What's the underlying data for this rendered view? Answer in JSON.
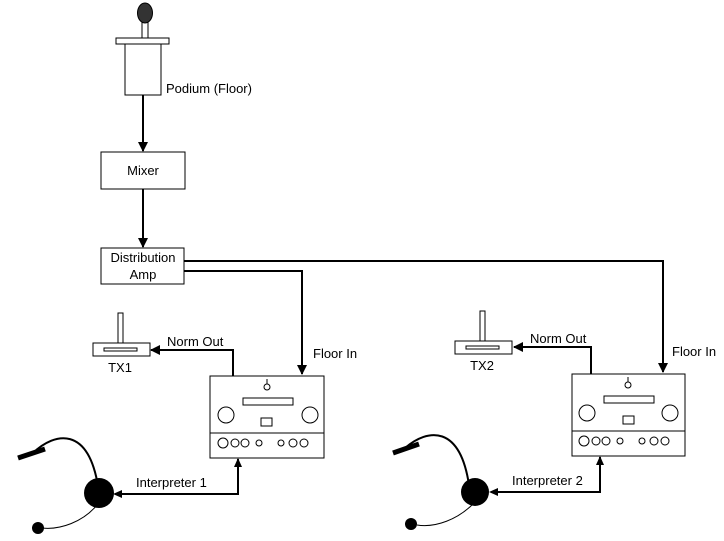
{
  "nodes": {
    "podium": "Podium (Floor)",
    "mixer": "Mixer",
    "distribution_amp_line1": "Distribution",
    "distribution_amp_line2": "Amp",
    "tx1": "TX1",
    "tx2": "TX2",
    "interpreter1": "Interpreter 1",
    "interpreter2": "Interpreter 2"
  },
  "connections": {
    "norm_out_1": "Norm Out",
    "norm_out_2": "Norm Out",
    "floor_in_1": "Floor In",
    "floor_in_2": "Floor In"
  }
}
